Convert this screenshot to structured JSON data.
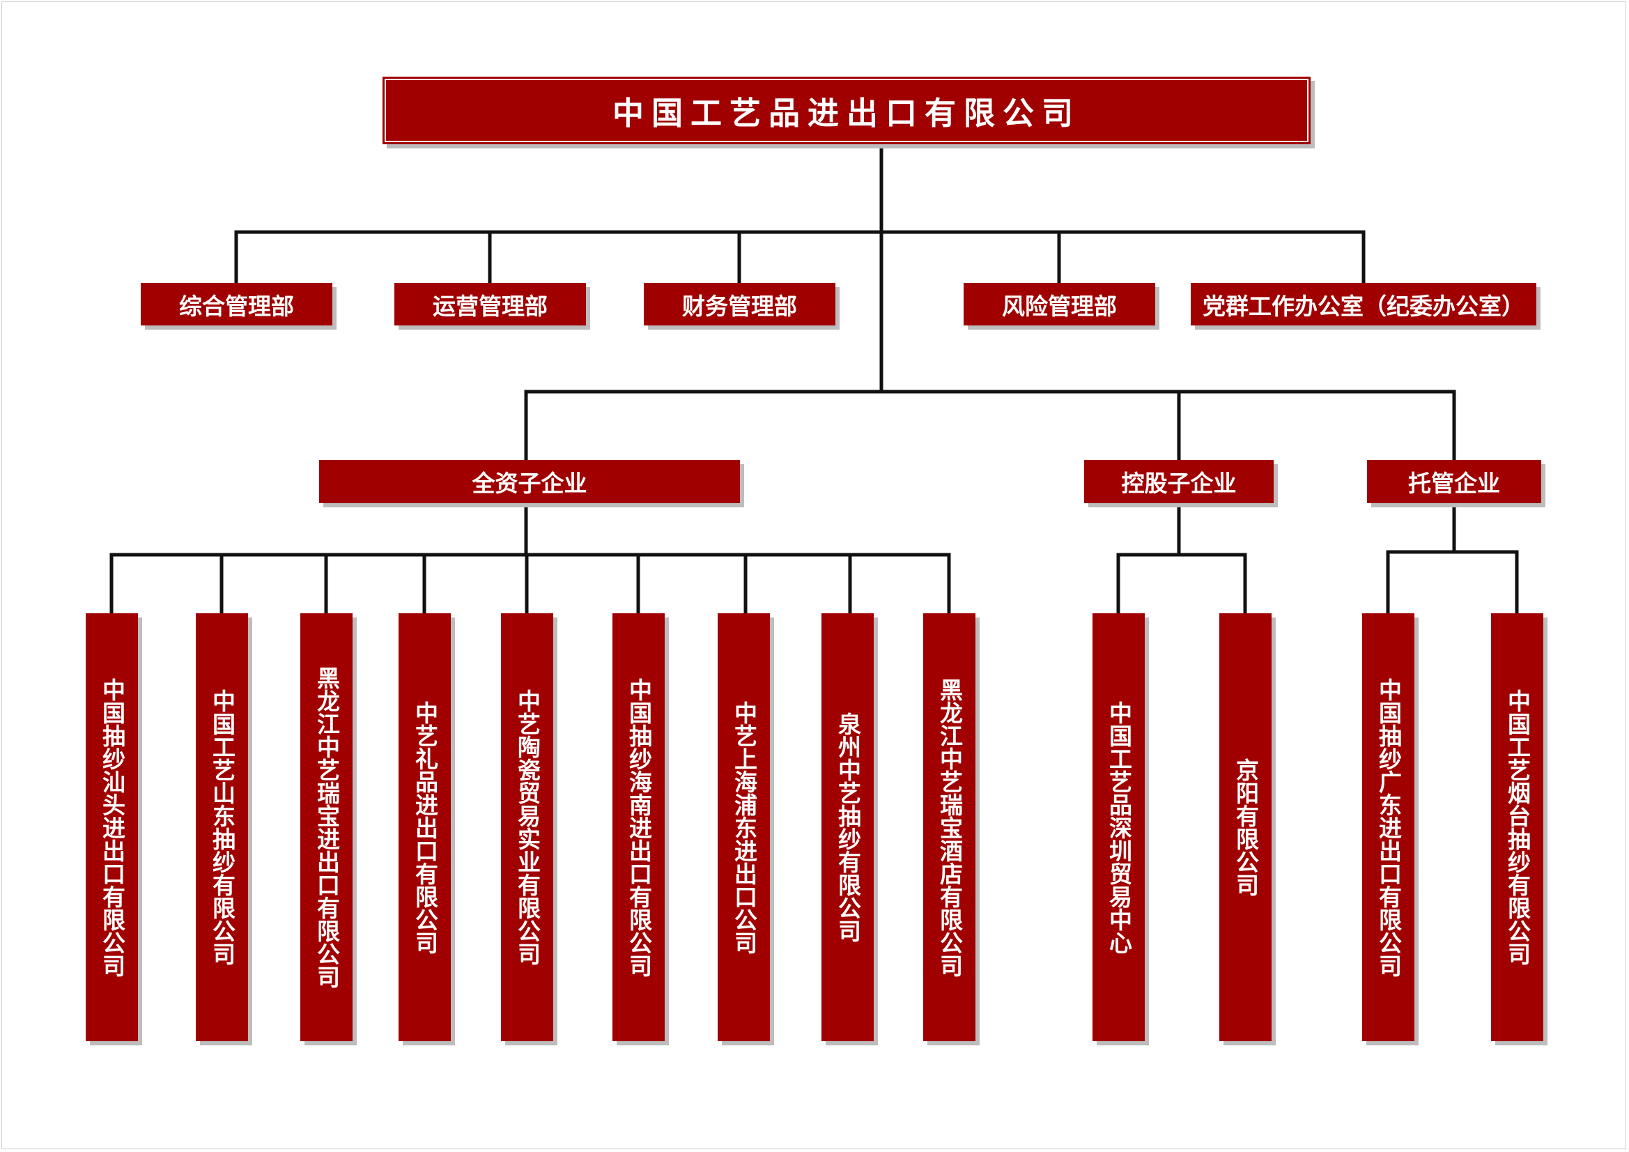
{
  "root": {
    "label": "中国工艺品进出口有限公司"
  },
  "departments": [
    {
      "label": "综合管理部"
    },
    {
      "label": "运营管理部"
    },
    {
      "label": "财务管理部"
    },
    {
      "label": "风险管理部"
    },
    {
      "label": "党群工作办公室（纪委办公室）"
    }
  ],
  "categories": [
    {
      "label": "全资子企业",
      "companies": [
        {
          "label": "中国抽纱汕头进出口有限公司"
        },
        {
          "label": "中国工艺山东抽纱有限公司"
        },
        {
          "label": "黑龙江中艺瑞宝进出口有限公司"
        },
        {
          "label": "中艺礼品进出口有限公司"
        },
        {
          "label": "中艺陶瓷贸易实业有限公司"
        },
        {
          "label": "中国抽纱海南进出口有限公司"
        },
        {
          "label": "中艺上海浦东进出口公司"
        },
        {
          "label": "泉州中艺抽纱有限公司"
        },
        {
          "label": "黑龙江中艺瑞宝酒店有限公司"
        }
      ]
    },
    {
      "label": "控股子企业",
      "companies": [
        {
          "label": "中国工艺品深圳贸易中心"
        },
        {
          "label": "京阳有限公司"
        }
      ]
    },
    {
      "label": "托管企业",
      "companies": [
        {
          "label": "中国抽纱广东进出口有限公司"
        },
        {
          "label": "中国工艺烟台抽纱有限公司"
        }
      ]
    }
  ]
}
